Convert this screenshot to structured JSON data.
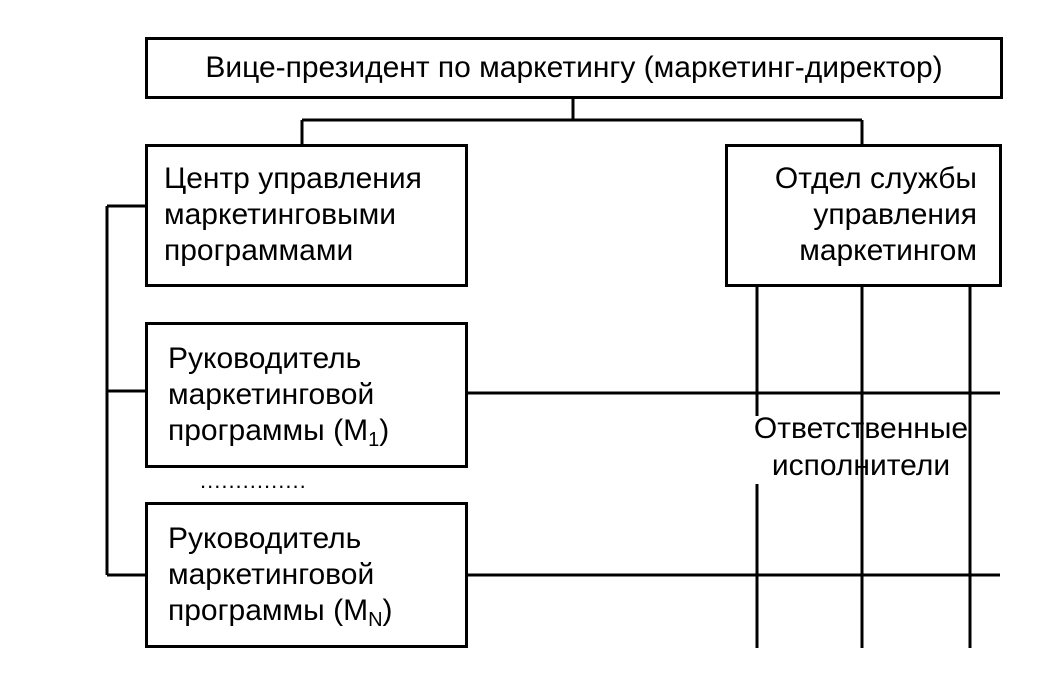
{
  "vp_box": {
    "text": "Вице-президент по маркетингу (маркетинг-директор)"
  },
  "center_box": {
    "lines": [
      "Центр управления",
      "маркетинговыми",
      "программами"
    ]
  },
  "dept_box": {
    "lines": [
      "Отдел службы",
      "управления",
      "маркетингом"
    ]
  },
  "manager_m1_box": {
    "lines": [
      "Руководитель",
      "маркетинговой",
      "программы (M"
    ],
    "subscript": "1",
    "suffix": ")"
  },
  "manager_mn_box": {
    "lines": [
      "Руководитель",
      "маркетинговой",
      "программы (M"
    ],
    "subscript": "N",
    "suffix": ")"
  },
  "executors_label": {
    "lines": [
      "Ответственные",
      "исполнители"
    ]
  },
  "ellipsis": "..............."
}
